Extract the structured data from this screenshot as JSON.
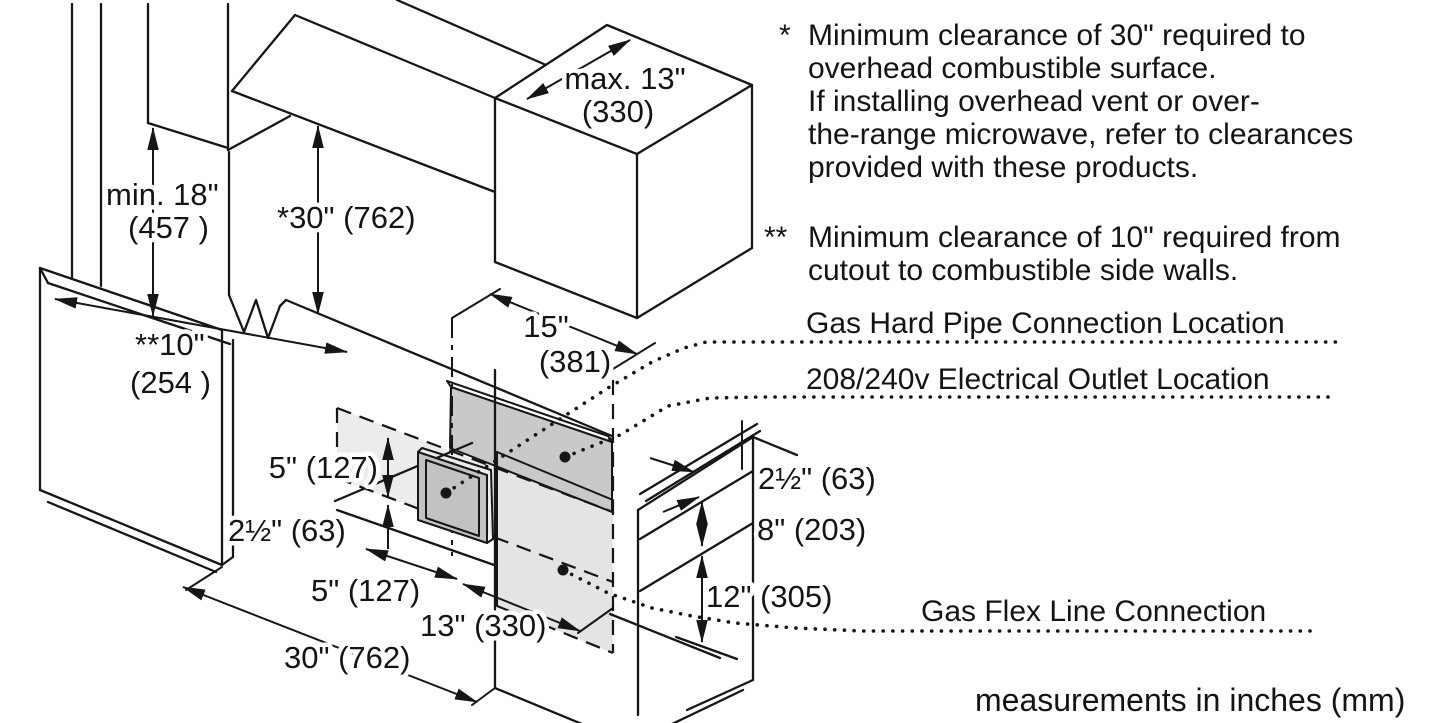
{
  "diagram": {
    "kind": "range-installation-clearance-diagram",
    "units_note": "measurements in inches (mm)"
  },
  "notes": {
    "note1": {
      "marker": "*",
      "lines": [
        "Minimum clearance of 30\" required to",
        "overhead combustible surface.",
        "If installing overhead vent or over-",
        "the-range microwave, refer to clearances",
        "provided with these products."
      ]
    },
    "note2": {
      "marker": "**",
      "lines": [
        "Minimum clearance of 10\" required from",
        "cutout to combustible side walls."
      ]
    }
  },
  "callouts": {
    "gas_hard_pipe": "Gas Hard Pipe Connection Location",
    "electrical_outlet": "208/240v Electrical Outlet Location",
    "gas_flex": "Gas Flex Line Connection"
  },
  "dimensions": {
    "overhead_cabinet_depth": {
      "in": "max. 13\"",
      "mm": "(330)"
    },
    "hood_clearance": {
      "in": "min. 18\"",
      "mm": "(457 )"
    },
    "overhead_clearance": {
      "text": "*30\" (762)"
    },
    "side_clearance": {
      "in": "**10\"",
      "mm": "(254 )"
    },
    "center_to_side": {
      "in": "15\"",
      "mm": "(381)"
    },
    "band_height": {
      "text": "5\" (127)"
    },
    "band_offset": {
      "text": "2½\" (63)"
    },
    "pipe_offset": {
      "text": "5\" (127)"
    },
    "cutout_depth": {
      "text": "13\" (330)"
    },
    "cutout_width": {
      "text": "30\" (762)"
    },
    "counter_offset": {
      "text": "2½\" (63)"
    },
    "outlet_height": {
      "text": "8\" (203)"
    },
    "flex_height": {
      "text": "12\" (305)"
    }
  },
  "colors": {
    "line": "#161616",
    "background": "#ffffff",
    "zone_band": "#ececec",
    "zone_gas_flex": "#e4e4e4",
    "zone_electrical": "#c9c9c9",
    "gas_pipe_box": "#c2c2c2"
  }
}
